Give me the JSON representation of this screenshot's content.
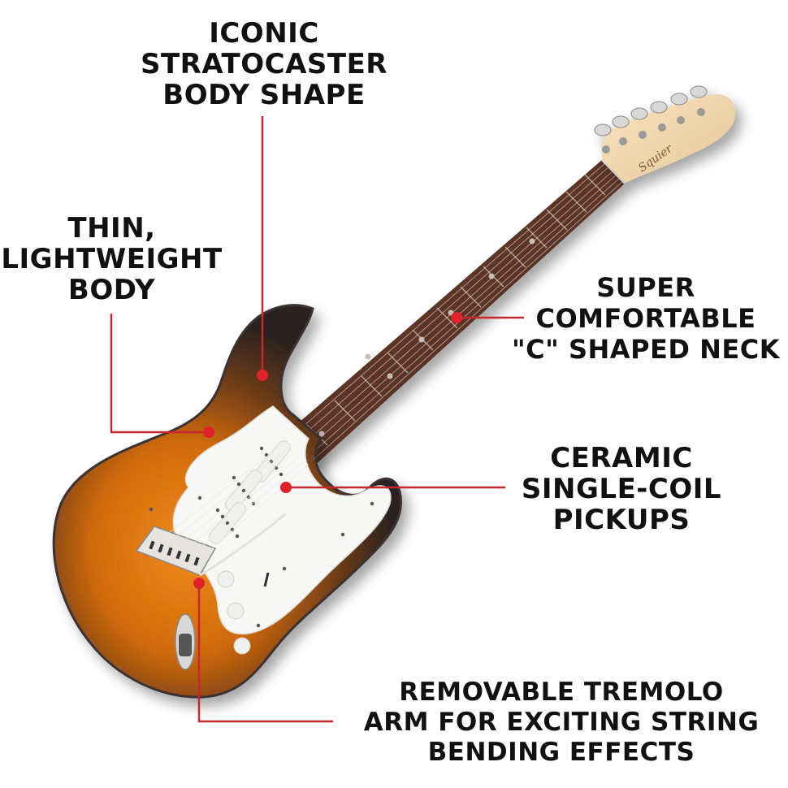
{
  "colors": {
    "background": "#ffffff",
    "callout_line": "#c8282d",
    "callout_dot": "#e0232a",
    "text": "#111111",
    "sunburst_center": "#e07a12",
    "sunburst_edge": "#2a2220",
    "pickguard": "#f7f7f5",
    "fretboard": "#5a3327",
    "headstock": "#f0d8b0"
  },
  "guitar": {
    "brand_logo": "Squier",
    "model": "Stratocaster",
    "finish": "Sunburst"
  },
  "callouts": [
    {
      "id": "body-shape",
      "lines": [
        "ICONIC",
        "STRATOCASTER",
        "BODY SHAPE"
      ]
    },
    {
      "id": "lightweight-body",
      "lines": [
        "THIN,",
        "LIGHTWEIGHT",
        "BODY"
      ]
    },
    {
      "id": "c-neck",
      "lines": [
        "SUPER",
        "COMFORTABLE",
        "\"C\" SHAPED NECK"
      ]
    },
    {
      "id": "pickups",
      "lines": [
        "CERAMIC",
        "SINGLE-COIL",
        "PICKUPS"
      ]
    },
    {
      "id": "tremolo",
      "lines": [
        "REMOVABLE TREMOLO",
        "ARM FOR EXCITING STRING",
        "BENDING EFFECTS"
      ]
    }
  ]
}
